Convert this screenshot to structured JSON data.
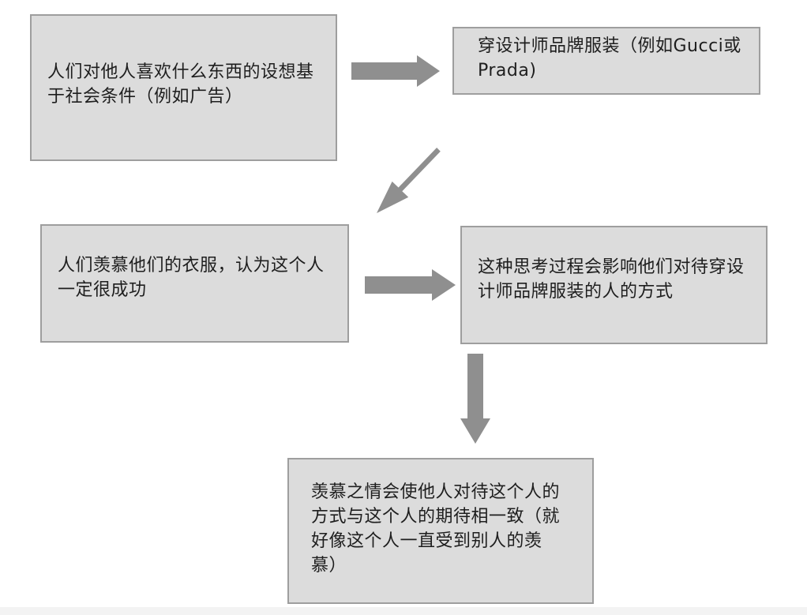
{
  "diagram": {
    "type": "flowchart",
    "colors": {
      "box_fill": "#dcdcdc",
      "box_border": "#9e9e9e",
      "arrow": "#8f8f8f",
      "text": "#1e1e1e"
    },
    "nodes": {
      "assumption": {
        "text": "人们对他人喜欢什么东西的设想基于社会条件（例如广告）"
      },
      "designer_clothing": {
        "text": "穿设计师品牌服装（例如Gucci或Prada)"
      },
      "envy_success": {
        "text": "人们羡慕他们的衣服，认为这个人一定很成功"
      },
      "thinking_process": {
        "text": "这种思考过程会影响他们对待穿设计师品牌服装的人的方式"
      },
      "envy_consistent": {
        "text": "羡慕之情会使他人对待这个人的方式与这个人的期待相一致（就好像这个人一直受到别人的羡慕）"
      }
    },
    "edges": [
      {
        "from": "assumption",
        "to": "designer_clothing"
      },
      {
        "from": "designer_clothing",
        "to": "envy_success"
      },
      {
        "from": "envy_success",
        "to": "thinking_process"
      },
      {
        "from": "thinking_process",
        "to": "envy_consistent"
      }
    ]
  }
}
